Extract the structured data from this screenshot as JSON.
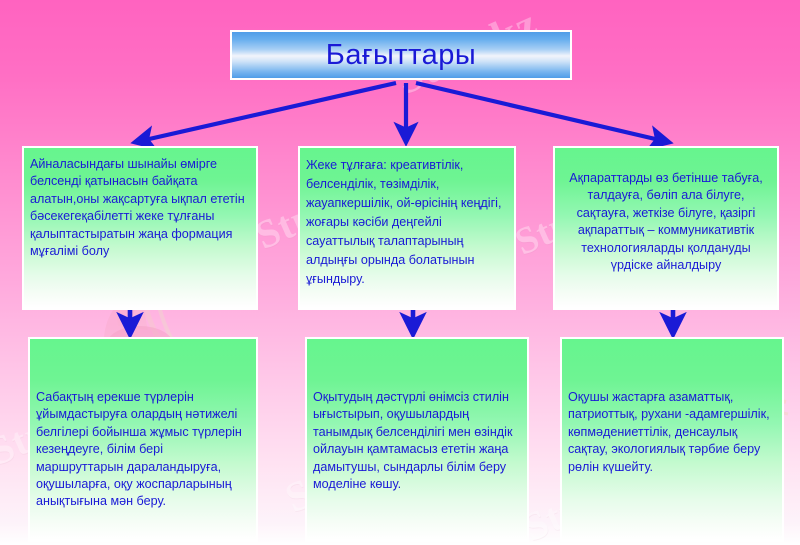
{
  "slide": {
    "title": "Бағыттары",
    "title_color": "#1a1ad6",
    "accent_color": "#1a1ad6",
    "box_color": "#66f58e",
    "background_color": "#ff63c0",
    "watermark": "Stud.kz"
  },
  "boxes": {
    "top_left": "Айналасындағы шынайы өмірге белсенді қатынасын байқата алатын,оны  жақсартуға ықпал ететін  бәсекегеқабілетті жеке  тұлғаны қалыптастыратын жаңа формация мұғалімі болу",
    "top_middle": "Жеке тұлғаға: креативтілік,  белсенділік, төзімділік,  жауапкершілік, ой-өрісінің кеңдігі, жоғары кәсіби  деңгейлі сауаттылық талаптарының алдыңғы орында болатынын ұғындыру.",
    "top_right": "Ақпараттарды өз бетінше табуға, талдауға, бөліп ала білуге, сақтауға, жеткізе білуге, қазіргі ақпараттық – коммуникативтік технологияларды қолдануды үрдіске айналдыру",
    "bottom_left": "Сабақтың ерекше түрлерін ұйымдастыруға олардың нәтижелі белгілері бойынша жұмыс түрлерін кезеңдеуге, білім бері маршруттарын дараландыруға, оқушыларға, оқу жоспарларының анықтығына мән беру.",
    "bottom_middle": "Оқытудың дәстүрлі өнімсіз стилін ығыстырып, оқушылардың танымдық белсенділігі мен өзіндік ойлауын қамтамасыз ететін жаңа дамытушы, сындарлы білім беру моделіне көшу.",
    "bottom_right": "Оқушы жастарға азаматтық, патриоттық, рухани -адамгершілік, көпмәдениеттілік, денсаулық сақтау, экологиялық тәрбие беру рөлін күшейту."
  }
}
